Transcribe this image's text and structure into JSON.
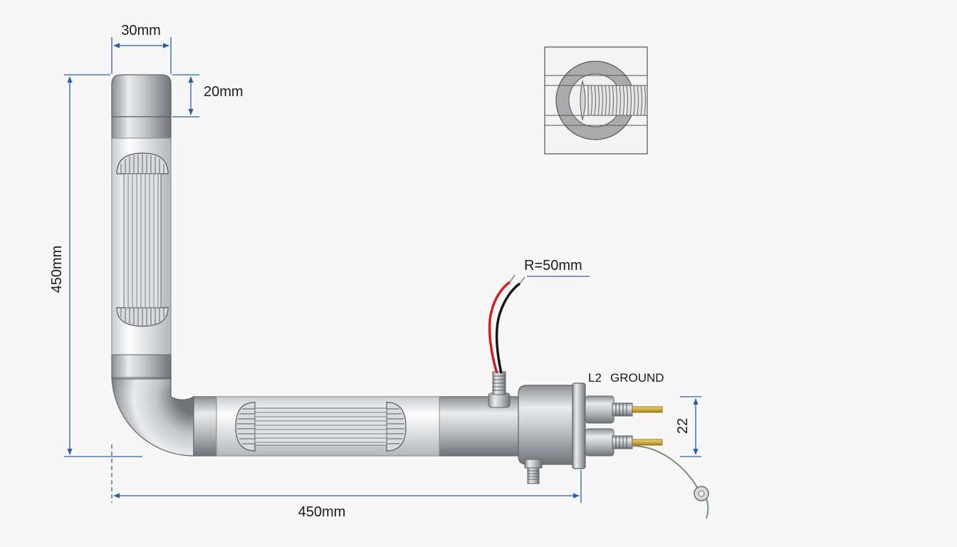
{
  "dimensions": {
    "top_width": "30mm",
    "cap_height": "20mm",
    "vertical_length": "450mm",
    "horizontal_length": "450mm",
    "bend_radius": "R=50mm",
    "terminal_spacing": "22"
  },
  "labels": {
    "l2": "L2",
    "ground": "GROUND"
  },
  "colors": {
    "dimension_line": "#2a5fa8",
    "tube_metal": "#c4c7ca",
    "wire_red": "#d21e1e",
    "wire_black": "#151515",
    "terminal_brass": "#c9a227"
  }
}
